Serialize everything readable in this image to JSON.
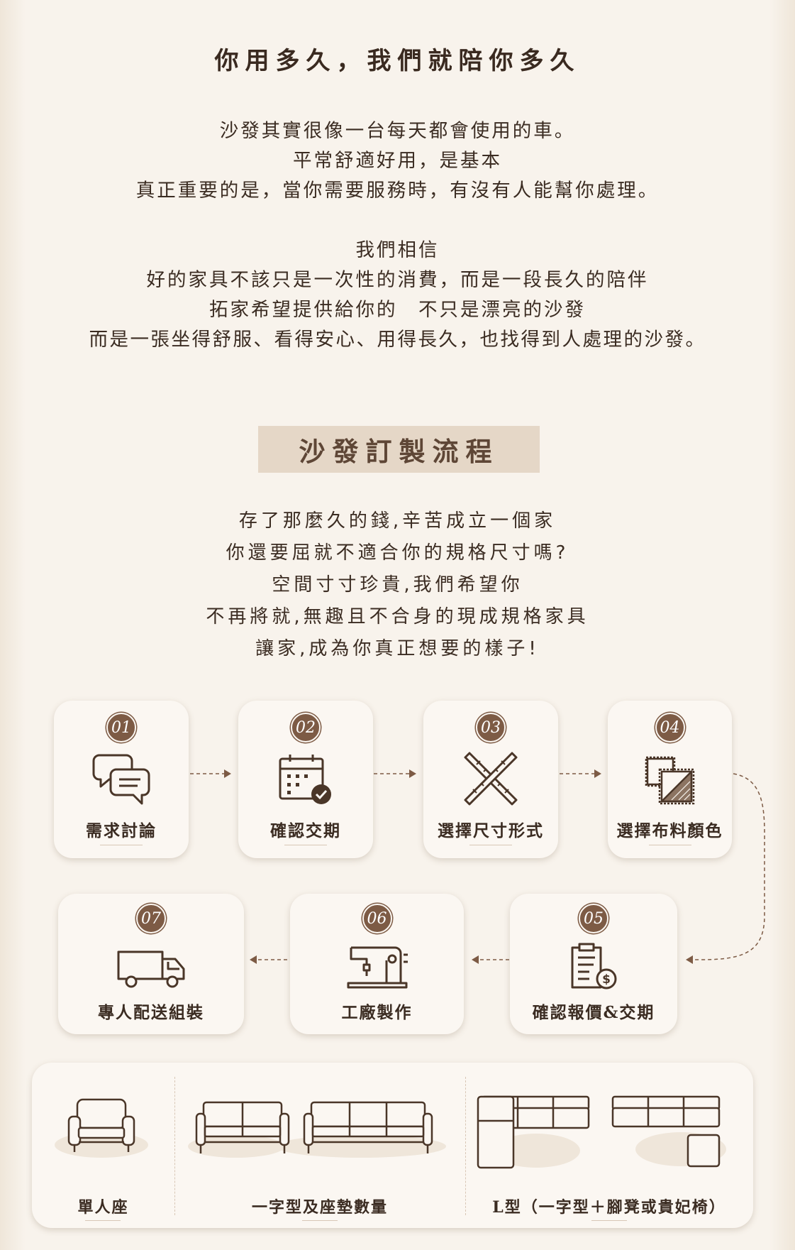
{
  "header": {
    "title": "你用多久，我們就陪你多久"
  },
  "intro_paragraph_1": [
    "沙發其實很像一台每天都會使用的車。",
    "平常舒適好用，是基本",
    "真正重要的是，當你需要服務時，有沒有人能幫你處理。"
  ],
  "intro_paragraph_2": [
    "我們相信",
    "好的家具不該只是一次性的消費，而是一段長久的陪伴",
    "拓家希望提供給你的　不只是漂亮的沙發",
    "而是一張坐得舒服、看得安心、用得長久，也找得到人處理的沙發。"
  ],
  "process": {
    "title": "沙發訂製流程",
    "description": [
      "存了那麼久的錢,辛苦成立一個家",
      "你還要屈就不適合你的規格尺寸嗎?",
      "空間寸寸珍貴,我們希望你",
      "不再將就,無趣且不合身的現成規格家具",
      "讓家,成為你真正想要的樣子!"
    ],
    "steps": [
      {
        "num": "01",
        "label": "需求討論",
        "icon": "chat-bubbles-icon"
      },
      {
        "num": "02",
        "label": "確認交期",
        "icon": "calendar-check-icon"
      },
      {
        "num": "03",
        "label": "選擇尺寸形式",
        "icon": "crossed-rulers-icon"
      },
      {
        "num": "04",
        "label": "選擇布料顏色",
        "icon": "fabric-swatch-icon"
      },
      {
        "num": "05",
        "label": "確認報價&交期",
        "icon": "quote-document-icon"
      },
      {
        "num": "06",
        "label": "工廠製作",
        "icon": "sewing-machine-icon"
      },
      {
        "num": "07",
        "label": "專人配送組裝",
        "icon": "delivery-truck-icon"
      }
    ]
  },
  "sofa_types": [
    {
      "label": "單人座",
      "icon": "armchair-icon"
    },
    {
      "label": "一字型及座墊數量",
      "icon": "straight-sofa-icon"
    },
    {
      "label": "L型（一字型＋腳凳或貴妃椅）",
      "icon": "l-shaped-sofa-icon"
    }
  ],
  "colors": {
    "background": "#f8f3ec",
    "accent_brown": "#7d5b45",
    "title_box": "#e5d7c7",
    "text": "#3b2c22"
  }
}
